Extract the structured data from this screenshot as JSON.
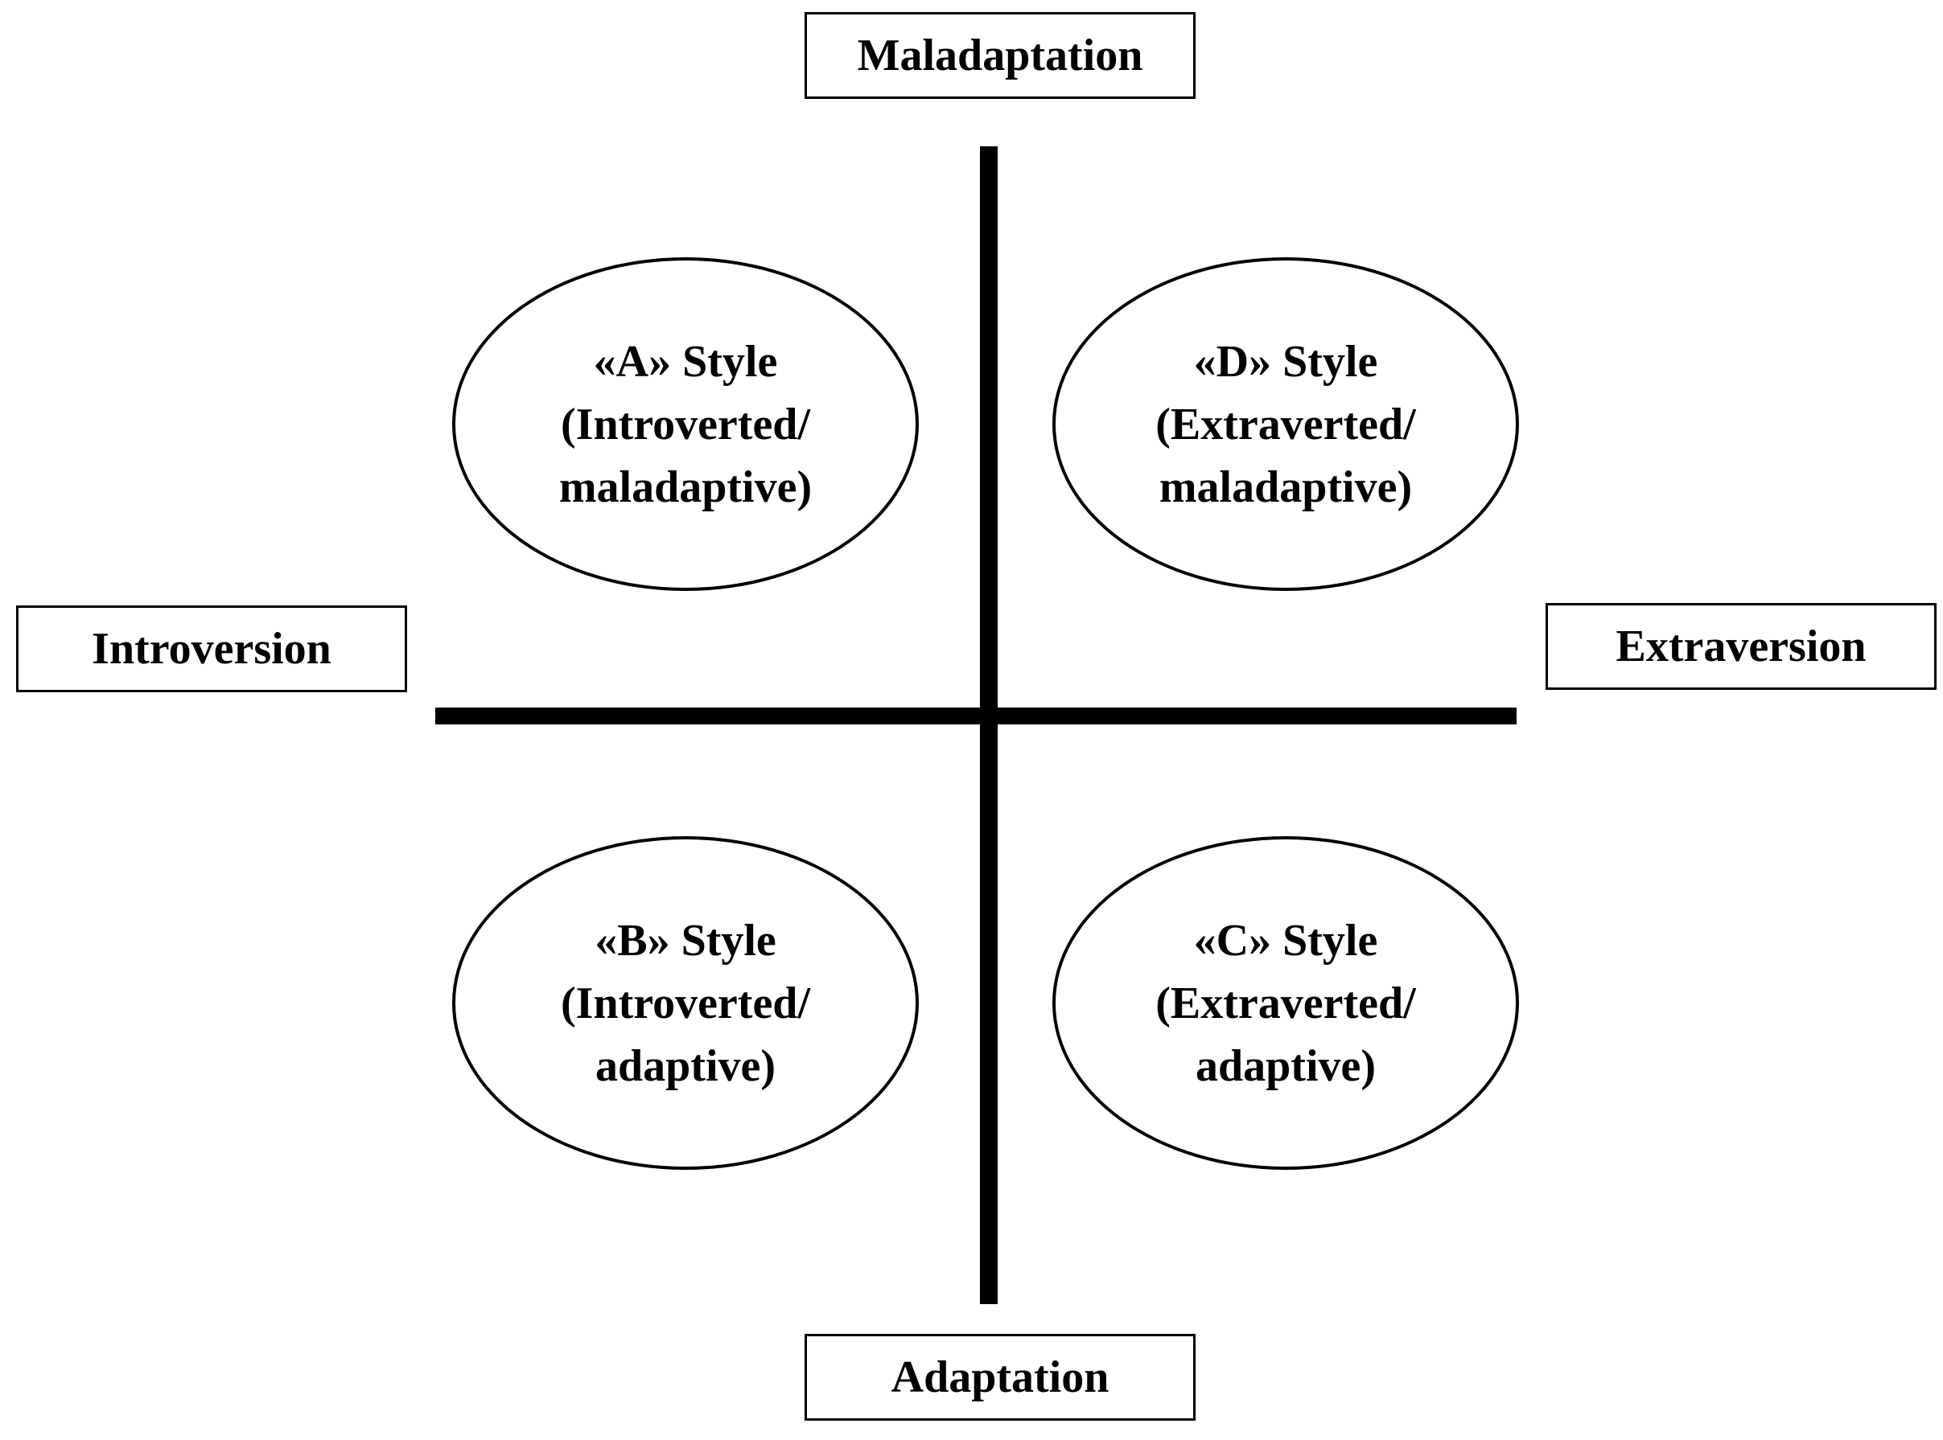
{
  "axes": {
    "top": "Maladaptation",
    "bottom": "Adaptation",
    "left": "Introversion",
    "right": "Extraversion"
  },
  "styles": {
    "a": {
      "line1": "«A» Style",
      "line2": "(Introverted/",
      "line3": "maladaptive)"
    },
    "d": {
      "line1": "«D» Style",
      "line2": "(Extraverted/",
      "line3": "maladaptive)"
    },
    "b": {
      "line1": "«B» Style",
      "line2": "(Introverted/",
      "line3": "adaptive)"
    },
    "c": {
      "line1": "«C» Style",
      "line2": "(Extraverted/",
      "line3": "adaptive)"
    }
  },
  "colors": {
    "line": "#000000",
    "background": "#ffffff"
  }
}
